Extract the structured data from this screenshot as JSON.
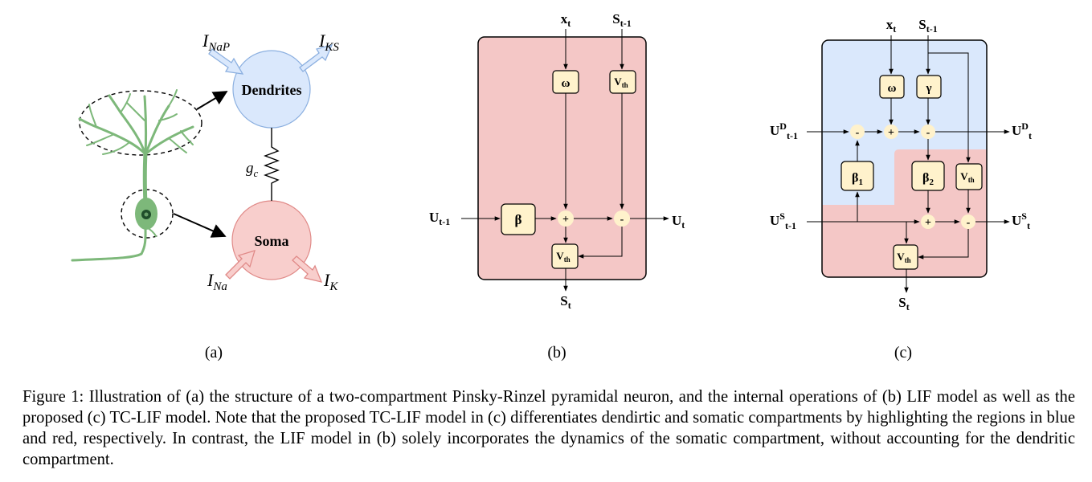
{
  "panel_a": {
    "dendrites_label": "Dendrites",
    "soma_label": "Soma",
    "gc_label": "g",
    "gc_sub": "c",
    "i_nap": "I",
    "i_nap_sub": "NaP",
    "i_ks": "I",
    "i_ks_sub": "KS",
    "i_na": "I",
    "i_na_sub": "Na",
    "i_k": "I",
    "i_k_sub": "K",
    "subfig": "(a)"
  },
  "panel_b": {
    "x_in": "x",
    "x_in_sub": "t",
    "s_prev": "S",
    "s_prev_sub": "t-1",
    "omega": "ω",
    "vth_top": "V",
    "vth_top_sub": "th",
    "u_prev": "U",
    "u_prev_sub": "t-1",
    "beta": "β",
    "plus": "+",
    "minus": "-",
    "u_out": "U",
    "u_out_sub": "t",
    "vth_bottom": "V",
    "vth_bottom_sub": "th",
    "s_out": "S",
    "s_out_sub": "t",
    "subfig": "(b)"
  },
  "panel_c": {
    "x_in": "x",
    "x_in_sub": "t",
    "s_prev": "S",
    "s_prev_sub": "t-1",
    "omega": "ω",
    "gamma": "γ",
    "ud_prev": "U",
    "ud_prev_sup": "D",
    "ud_prev_sub": "t-1",
    "ud_out": "U",
    "ud_out_sup": "D",
    "ud_out_sub": "t",
    "beta1": "β",
    "beta1_sub": "1",
    "beta2": "β",
    "beta2_sub": "2",
    "vth_mid": "V",
    "vth_mid_sub": "th",
    "us_prev": "U",
    "us_prev_sup": "S",
    "us_prev_sub": "t-1",
    "us_out": "U",
    "us_out_sup": "S",
    "us_out_sub": "t",
    "vth_bottom": "V",
    "vth_bottom_sub": "th",
    "s_out": "S",
    "s_out_sub": "t",
    "plus": "+",
    "minus": "-",
    "subfig": "(c)"
  },
  "caption": "Figure 1: Illustration of (a) the structure of a two-compartment Pinsky-Rinzel pyramidal neuron, and the internal operations of (b) LIF model as well as the proposed (c) TC-LIF model. Note that the proposed TC-LIF model in (c) differentiates dendirtic and somatic compartments by highlighting the regions in blue and red, respectively. In contrast, the LIF model in (b) solely incorporates the dynamics of the somatic compartment, without accounting for the dendritic compartment.",
  "colors": {
    "dendrite_fill": "#dae8fc",
    "dendrite_stroke": "#8cb0e0",
    "soma_fill": "#f8cecc",
    "soma_stroke": "#e08a88",
    "box_fill": "#fff2cc",
    "neuron_green": "#7db87a",
    "blue_region": "#dae8fc",
    "red_region": "#f4c7c6"
  }
}
